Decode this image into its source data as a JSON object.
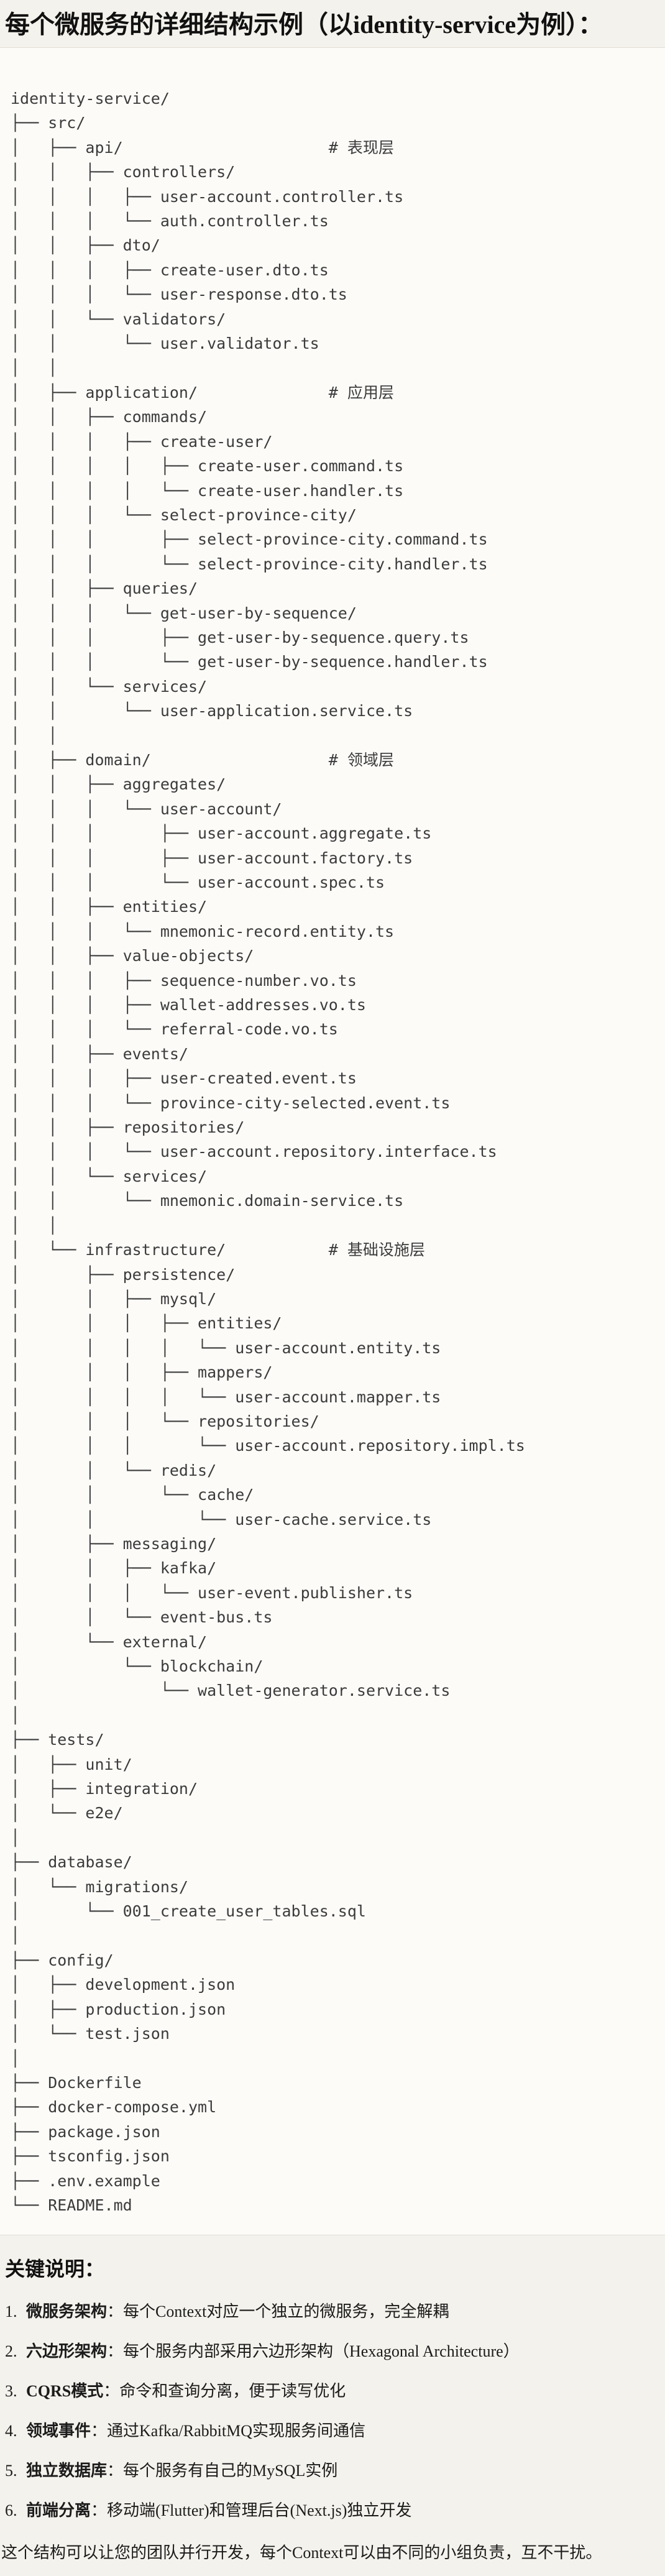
{
  "document": {
    "title": "每个微服务的详细结构示例（以identity-service为例）："
  },
  "code": {
    "lines": [
      "identity-service/",
      "├── src/",
      "│   ├── api/                      # 表现层",
      "│   │   ├── controllers/",
      "│   │   │   ├── user-account.controller.ts",
      "│   │   │   └── auth.controller.ts",
      "│   │   ├── dto/",
      "│   │   │   ├── create-user.dto.ts",
      "│   │   │   └── user-response.dto.ts",
      "│   │   └── validators/",
      "│   │       └── user.validator.ts",
      "│   │",
      "│   ├── application/              # 应用层",
      "│   │   ├── commands/",
      "│   │   │   ├── create-user/",
      "│   │   │   │   ├── create-user.command.ts",
      "│   │   │   │   └── create-user.handler.ts",
      "│   │   │   └── select-province-city/",
      "│   │   │       ├── select-province-city.command.ts",
      "│   │   │       └── select-province-city.handler.ts",
      "│   │   ├── queries/",
      "│   │   │   └── get-user-by-sequence/",
      "│   │   │       ├── get-user-by-sequence.query.ts",
      "│   │   │       └── get-user-by-sequence.handler.ts",
      "│   │   └── services/",
      "│   │       └── user-application.service.ts",
      "│   │",
      "│   ├── domain/                   # 领域层",
      "│   │   ├── aggregates/",
      "│   │   │   └── user-account/",
      "│   │   │       ├── user-account.aggregate.ts",
      "│   │   │       ├── user-account.factory.ts",
      "│   │   │       └── user-account.spec.ts",
      "│   │   ├── entities/",
      "│   │   │   └── mnemonic-record.entity.ts",
      "│   │   ├── value-objects/",
      "│   │   │   ├── sequence-number.vo.ts",
      "│   │   │   ├── wallet-addresses.vo.ts",
      "│   │   │   └── referral-code.vo.ts",
      "│   │   ├── events/",
      "│   │   │   ├── user-created.event.ts",
      "│   │   │   └── province-city-selected.event.ts",
      "│   │   ├── repositories/",
      "│   │   │   └── user-account.repository.interface.ts",
      "│   │   └── services/",
      "│   │       └── mnemonic.domain-service.ts",
      "│   │",
      "│   └── infrastructure/           # 基础设施层",
      "│       ├── persistence/",
      "│       │   ├── mysql/",
      "│       │   │   ├── entities/",
      "│       │   │   │   └── user-account.entity.ts",
      "│       │   │   ├── mappers/",
      "│       │   │   │   └── user-account.mapper.ts",
      "│       │   │   └── repositories/",
      "│       │   │       └── user-account.repository.impl.ts",
      "│       │   └── redis/",
      "│       │       └── cache/",
      "│       │           └── user-cache.service.ts",
      "│       ├── messaging/",
      "│       │   ├── kafka/",
      "│       │   │   └── user-event.publisher.ts",
      "│       │   └── event-bus.ts",
      "│       └── external/",
      "│           └── blockchain/",
      "│               └── wallet-generator.service.ts",
      "│",
      "├── tests/",
      "│   ├── unit/",
      "│   ├── integration/",
      "│   └── e2e/",
      "│",
      "├── database/",
      "│   └── migrations/",
      "│       └── 001_create_user_tables.sql",
      "│",
      "├── config/",
      "│   ├── development.json",
      "│   ├── production.json",
      "│   └── test.json",
      "│",
      "├── Dockerfile",
      "├── docker-compose.yml",
      "├── package.json",
      "├── tsconfig.json",
      "├── .env.example",
      "└── README.md"
    ]
  },
  "notes": {
    "heading": "关键说明：",
    "colon": "：",
    "items": [
      {
        "num": "1.",
        "label": "微服务架构",
        "text": "每个Context对应一个独立的微服务，完全解耦"
      },
      {
        "num": "2.",
        "label": "六边形架构",
        "text": "每个服务内部采用六边形架构（Hexagonal Architecture）"
      },
      {
        "num": "3.",
        "label": "CQRS模式",
        "text": "命令和查询分离，便于读写优化"
      },
      {
        "num": "4.",
        "label": "领域事件",
        "text": "通过Kafka/RabbitMQ实现服务间通信"
      },
      {
        "num": "5.",
        "label": "独立数据库",
        "text": "每个服务有自己的MySQL实例"
      },
      {
        "num": "6.",
        "label": "前端分离",
        "text": "移动端(Flutter)和管理后台(Next.js)独立开发"
      }
    ],
    "footer": "这个结构可以让您的团队并行开发，每个Context可以由不同的小组负责，互不干扰。"
  }
}
